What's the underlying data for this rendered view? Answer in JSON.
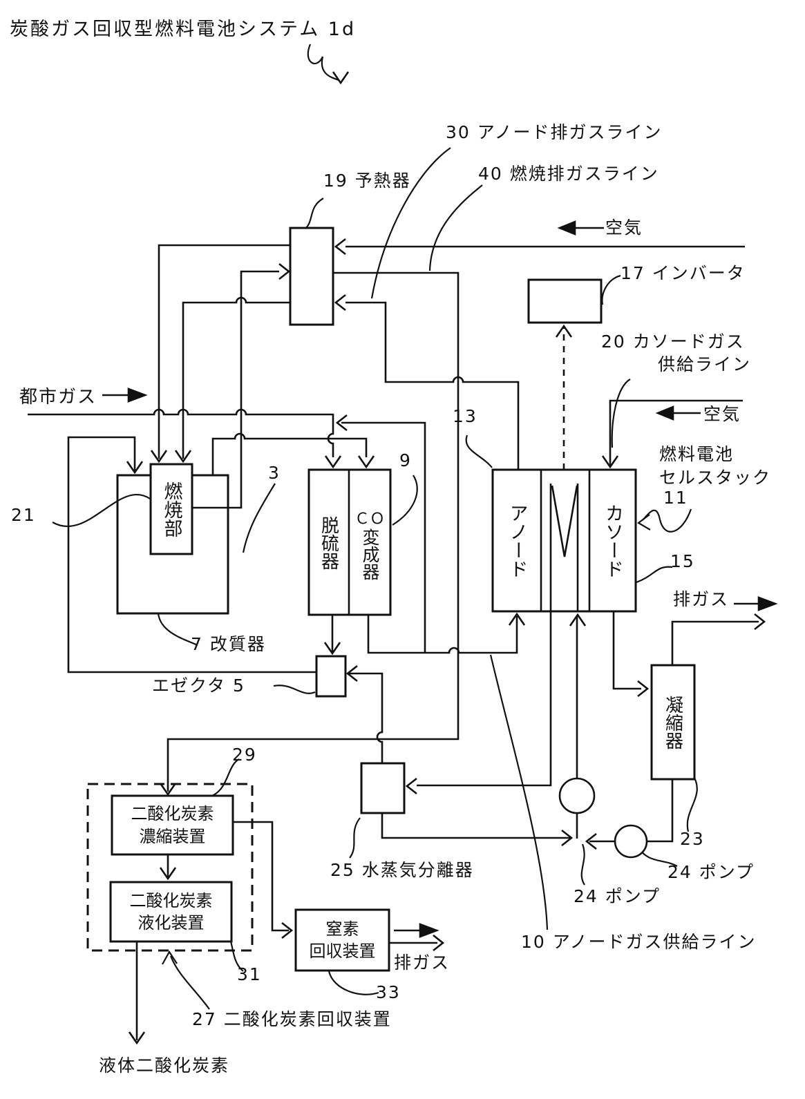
{
  "title": "炭酸ガス回収型燃料電池システム 1d",
  "boxes": {
    "burner": "燃焼部",
    "desulfurizer": "脱硫器",
    "co_converter_line1": "ＣＯ",
    "co_converter_line2": "変成器",
    "anode": "アノード",
    "cathode": "カソード",
    "condenser": "凝縮器",
    "co2_concentrator_line1": "二酸化炭素",
    "co2_concentrator_line2": "濃縮装置",
    "co2_liquefier_line1": "二酸化炭素",
    "co2_liquefier_line2": "液化装置",
    "n2_recovery_line1": "窒素",
    "n2_recovery_line2": "回収装置"
  },
  "labels": {
    "preheater": "19 予熱器",
    "anode_offgas_line": "30 アノード排ガスライン",
    "combustion_offgas_line": "40 燃焼排ガスライン",
    "inverter": "17 インバータ",
    "cathode_supply_line1": "20 カソードガス",
    "cathode_supply_line2": "供給ライン",
    "air_top": "空気",
    "air_right": "空気",
    "city_gas": "都市ガス",
    "num13": "13",
    "stack_line1": "燃料電池",
    "stack_line2": "セルスタック",
    "num11": "11",
    "num15": "15",
    "num21": "21",
    "num3": "3",
    "num9": "9",
    "reformer": "7 改質器",
    "ejector": "エゼクタ 5",
    "exhaust_top": "排ガス",
    "num29": "29",
    "steam_separator": "25 水蒸気分離器",
    "num23": "23",
    "pump_right": "24 ポンプ",
    "pump_left": "24 ポンプ",
    "anode_supply_line": "10 アノードガス供給ライン",
    "num31": "31",
    "num33": "33",
    "co2_recovery": "27 二酸化炭素回収装置",
    "exhaust_bottom": "排ガス",
    "liquid_co2": "液体二酸化炭素"
  }
}
